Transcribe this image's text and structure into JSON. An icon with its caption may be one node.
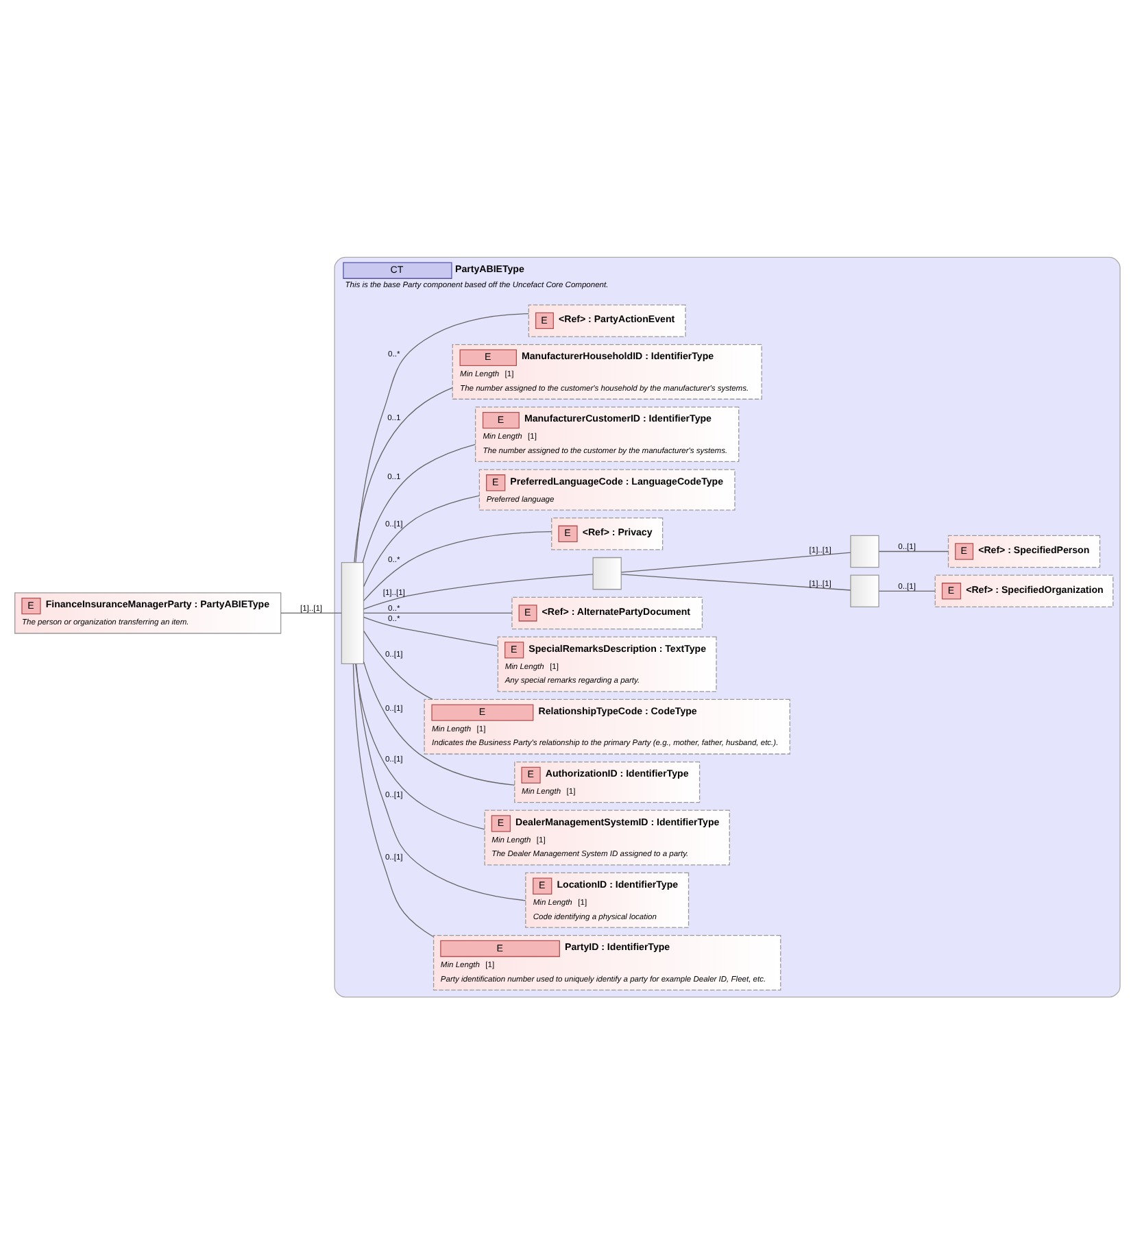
{
  "diagram": {
    "nodes": [
      {
        "text": [
          "E",
          "FinanceInsuranceManagerParty : PartyABIEType",
          "The person or organization transferring an item."
        ]
      },
      {
        "text": [
          "CT",
          "PartyABIEType",
          "This is the base Party component based off the Uncefact Core Component."
        ]
      },
      {
        "text": [],
        "shape": "bar",
        "in": 1
      },
      {
        "text": [
          "E",
          "PartyID : IdentifierType",
          "Min Length",
          "[1]",
          "Party identification number used to uniquely identify a party for example Dealer ID, Fleet, etc."
        ],
        "in": 1
      },
      {
        "text": [
          "E",
          "LocationID : IdentifierType",
          "Min Length",
          "[1]",
          "Code identifying a physical location"
        ],
        "in": 1
      },
      {
        "text": [
          "E",
          "DealerManagementSystemID : IdentifierType",
          "Min Length",
          "[1]",
          "The Dealer Management System ID assigned to a party."
        ],
        "in": 1
      },
      {
        "text": [
          "E",
          "AuthorizationID : IdentifierType",
          "Min Length",
          "[1]"
        ],
        "in": 1
      },
      {
        "text": [
          "E",
          "RelationshipTypeCode : CodeType",
          "Min Length",
          "[1]",
          "Indicates the Business Party's relationship to the primary Party (e.g., mother, father, husband, etc.)."
        ],
        "in": 1
      },
      {
        "text": [
          "E",
          "SpecialRemarksDescription : TextType",
          "Min Length",
          "[1]",
          "Any special remarks regarding a party."
        ],
        "in": 1
      },
      {
        "text": [
          "E",
          "<Ref> : AlternatePartyDocument"
        ],
        "in": 1
      },
      {
        "text": [],
        "shape": "box",
        "in": 1
      },
      {
        "text": [],
        "shape": "box",
        "in": 1
      },
      {
        "text": [
          "E",
          "<Ref> : SpecifiedOrganization"
        ],
        "in": 1
      },
      {
        "text": [],
        "shape": "box",
        "in": 1
      },
      {
        "text": [
          "E",
          "<Ref> : SpecifiedPerson"
        ],
        "in": 1
      },
      {
        "text": [
          "E",
          "<Ref> : Privacy"
        ],
        "in": 1
      },
      {
        "text": [
          "E",
          "PreferredLanguageCode : LanguageCodeType",
          "Preferred language"
        ],
        "in": 1
      },
      {
        "text": [
          "E",
          "ManufacturerCustomerID : IdentifierType",
          "Min Length",
          "[1]",
          "The number assigned to the customer by the manufacturer's systems."
        ],
        "in": 1
      },
      {
        "text": [
          "E",
          "ManufacturerHouseholdID : IdentifierType",
          "Min Length",
          "[1]",
          "The number assigned to the customer's household by the manufacturer's systems."
        ],
        "in": 1
      },
      {
        "text": [
          "E",
          "<Ref> : PartyActionEvent"
        ],
        "in": 1
      }
    ],
    "edges": [
      {
        "from": 0,
        "to": 2,
        "arrow": "none",
        "label": "[1]..[1]"
      },
      {
        "from": 2,
        "to": 3,
        "arrow": "none",
        "label": "0..[1]"
      },
      {
        "from": 2,
        "to": 4,
        "arrow": "none",
        "label": "0..[1]"
      },
      {
        "from": 2,
        "to": 5,
        "arrow": "none",
        "label": "0..[1]"
      },
      {
        "from": 2,
        "to": 6,
        "arrow": "none",
        "label": "0..[1]"
      },
      {
        "from": 2,
        "to": 7,
        "arrow": "none",
        "label": "0..[1]"
      },
      {
        "from": 2,
        "to": 8,
        "arrow": "none",
        "label": "0..*"
      },
      {
        "from": 2,
        "to": 9,
        "arrow": "none",
        "label": "0..*"
      },
      {
        "from": 2,
        "to": 10,
        "arrow": "none",
        "label": "[1]..[1]"
      },
      {
        "from": 10,
        "to": 11,
        "arrow": "none",
        "label": "[1]..[1]"
      },
      {
        "from": 11,
        "to": 12,
        "arrow": "none",
        "label": "0..[1]"
      },
      {
        "from": 10,
        "to": 13,
        "arrow": "none",
        "label": "[1]..[1]"
      },
      {
        "from": 13,
        "to": 14,
        "arrow": "none",
        "label": "0..[1]"
      },
      {
        "from": 2,
        "to": 15,
        "arrow": "none",
        "label": "0..*"
      },
      {
        "from": 2,
        "to": 16,
        "arrow": "none",
        "label": "0..[1]"
      },
      {
        "from": 2,
        "to": 17,
        "arrow": "none",
        "label": "0..1"
      },
      {
        "from": 2,
        "to": 18,
        "arrow": "none",
        "label": "0..1"
      },
      {
        "from": 2,
        "to": 19,
        "arrow": "none",
        "label": "0..*"
      }
    ]
  }
}
